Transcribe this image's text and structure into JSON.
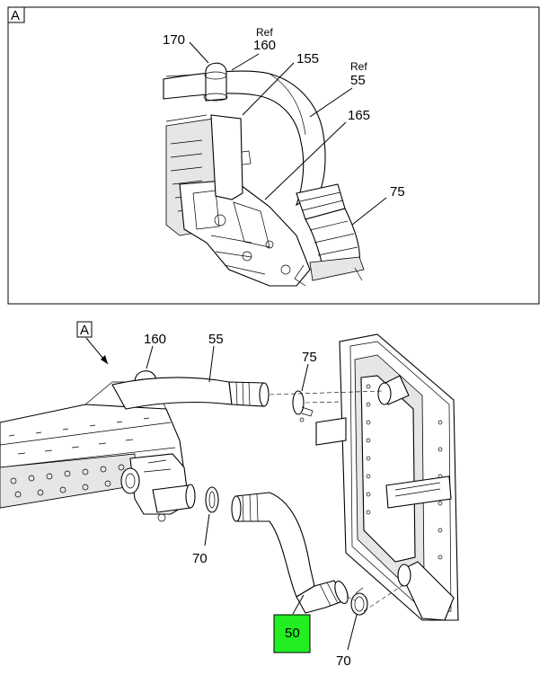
{
  "detail_view": {
    "tag": "A",
    "callouts": {
      "c170": "170",
      "c160_ref": "Ref",
      "c160": "160",
      "c155": "155",
      "c55_ref": "Ref",
      "c55": "55",
      "c165": "165",
      "c75": "75"
    }
  },
  "main_view": {
    "tag": "A",
    "callouts": {
      "c160": "160",
      "c55": "55",
      "c75": "75",
      "c70_left": "70",
      "c70_right": "70"
    },
    "highlight": {
      "label": "50",
      "color": "#22ee22"
    }
  }
}
